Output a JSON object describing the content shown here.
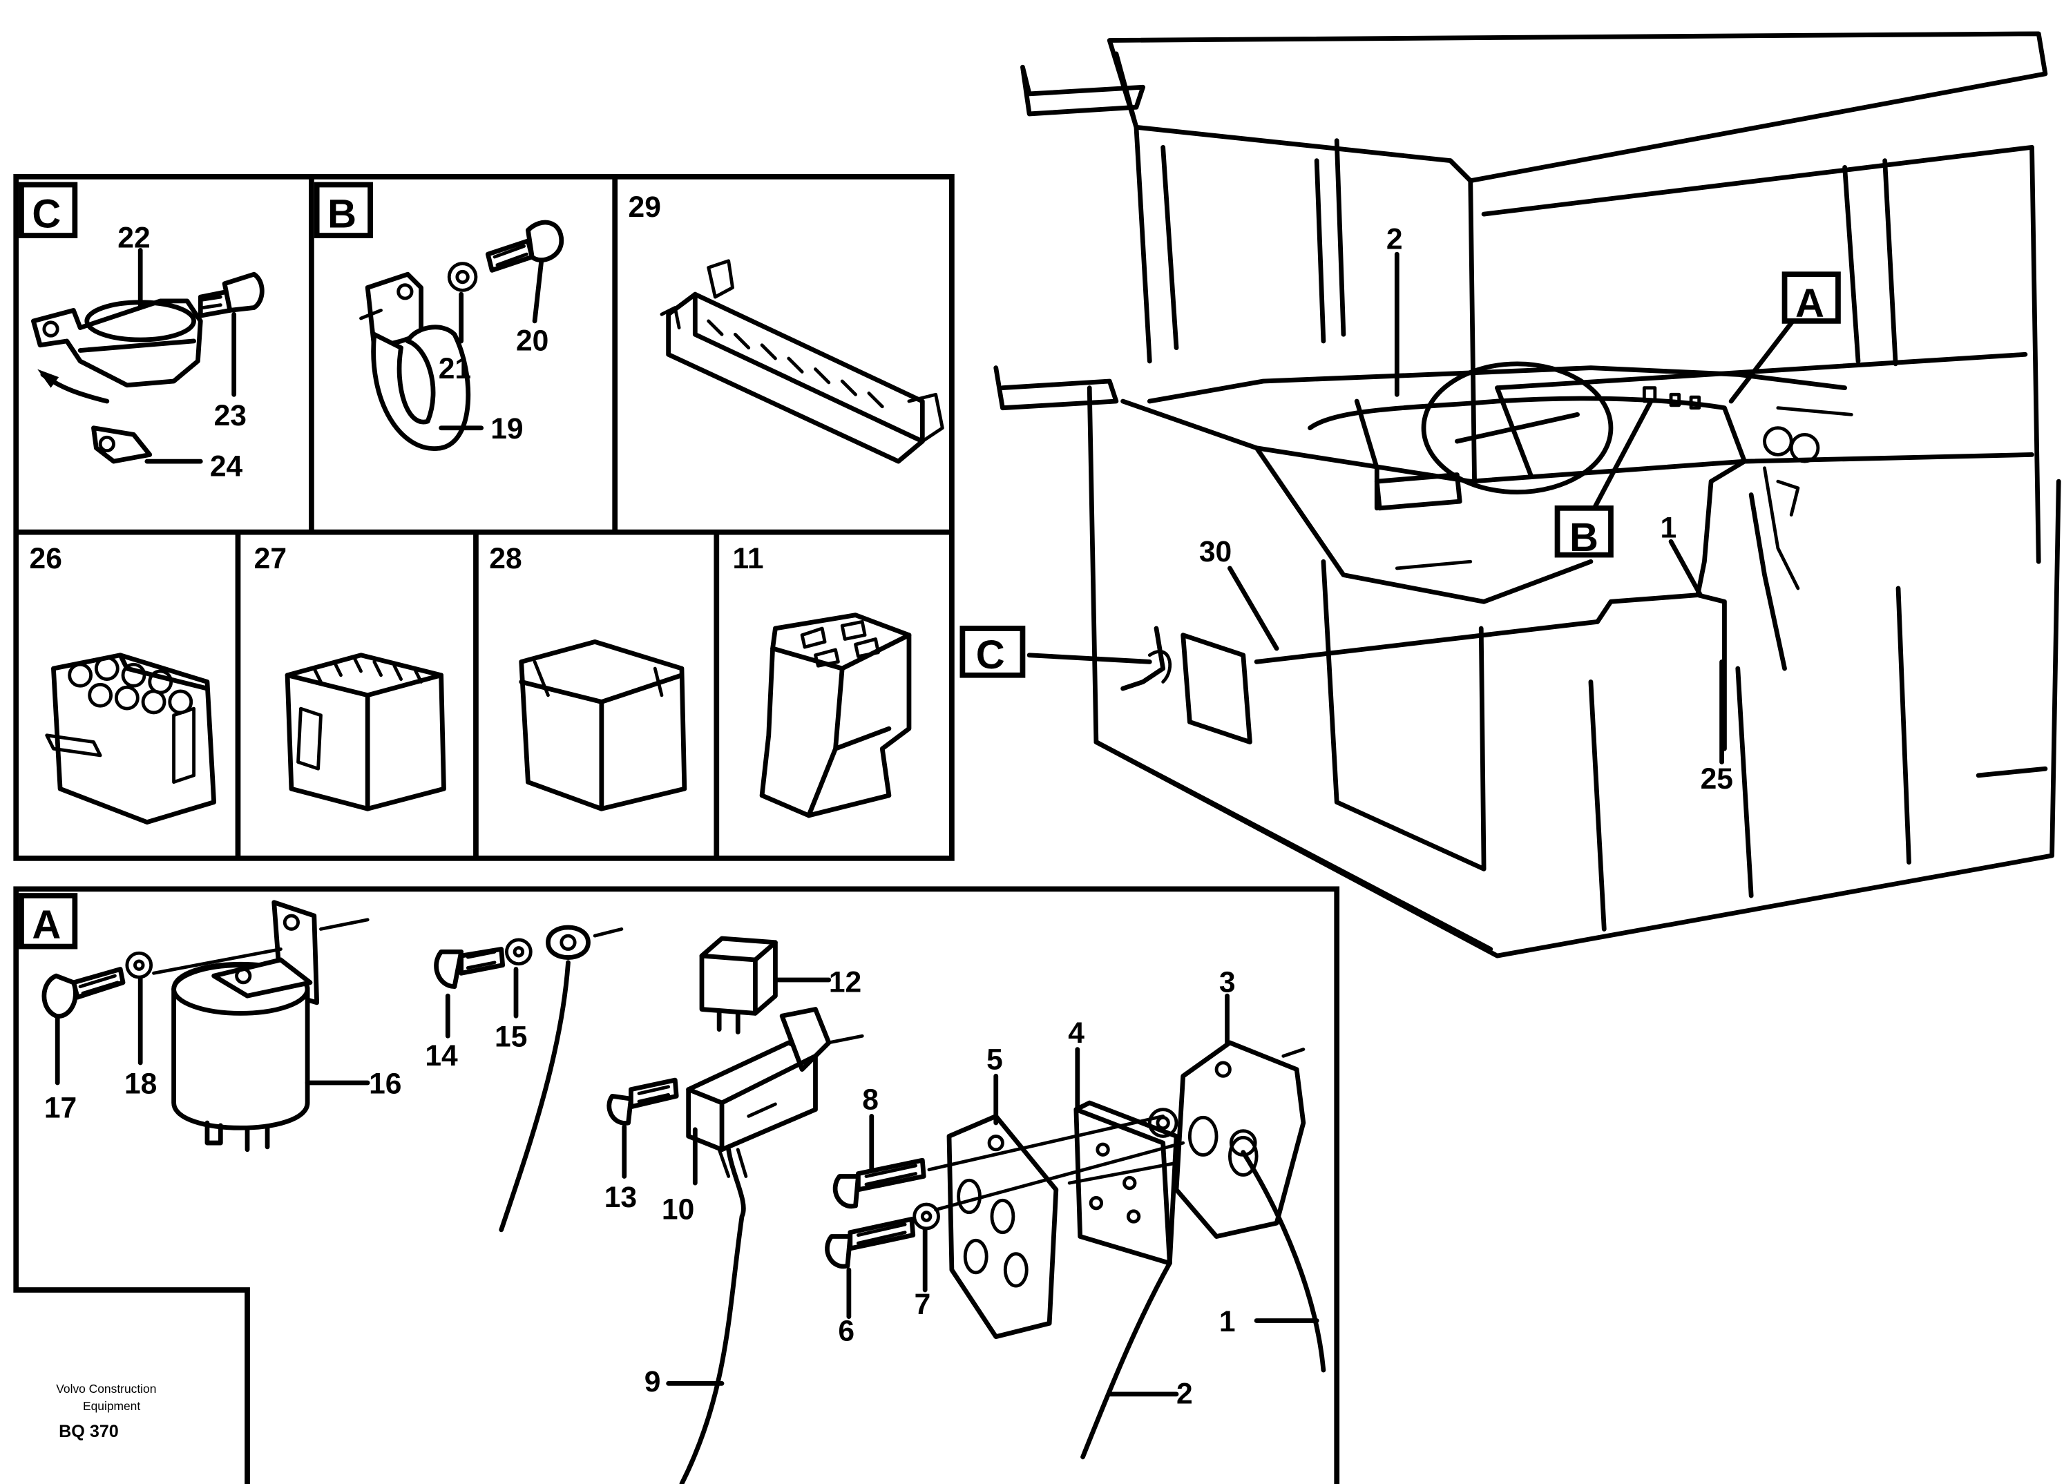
{
  "panels": {
    "C": "C",
    "B": "B",
    "A": "A",
    "p29": "29",
    "p26": "26",
    "p27": "27",
    "p28": "28",
    "p11": "11"
  },
  "callouts": {
    "c1_top": "1",
    "c2_top": "2",
    "c30": "30",
    "c25": "25",
    "cab_A": "A",
    "cab_B": "B",
    "cab_C": "C",
    "c22": "22",
    "c23": "23",
    "c24": "24",
    "c19": "19",
    "c20": "20",
    "c21": "21",
    "c12": "12",
    "c3": "3",
    "c4": "4",
    "c5": "5",
    "c8": "8",
    "c13": "13",
    "c10": "10",
    "c14": "14",
    "c15": "15",
    "c16": "16",
    "c17": "17",
    "c18": "18",
    "c6": "6",
    "c7": "7",
    "c9": "9",
    "c1_bot": "1",
    "c2_bot": "2"
  },
  "footer": {
    "line1": "Volvo Construction",
    "line2": "Equipment",
    "code": "BQ 370"
  }
}
